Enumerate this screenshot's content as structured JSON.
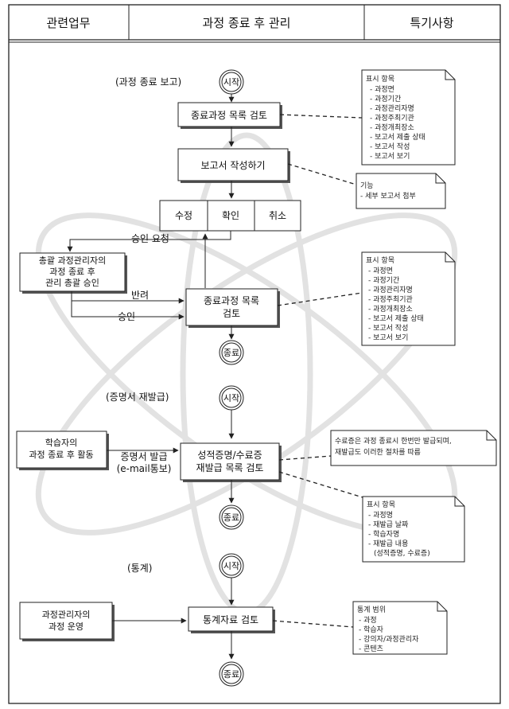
{
  "header": {
    "col1": "관련업무",
    "col2": "과정 종료 후 관리",
    "col3": "특기사항"
  },
  "section1": {
    "title": "(과정 종료 보고)",
    "start": "시작",
    "review_box": "종료과정 목록 검토",
    "note1": {
      "heading": "표시 항목",
      "items": [
        "- 과정면",
        "- 과정기간",
        "- 과정관리자명",
        "- 과정주최기관",
        "- 과정개최장소",
        "- 보고서 제출 상태",
        "- 보고서 작성",
        "- 보고서 보기"
      ]
    },
    "report_box": "보고서 작성하기",
    "note2": {
      "heading": "기능",
      "items": [
        "- 세부 보고서 첨부"
      ]
    },
    "buttons": [
      "수정",
      "확인",
      "취소"
    ],
    "approval_request": "승인 요청",
    "approver_box": [
      "총괄 과정관리자의",
      "과정 종료 후",
      "관리 총괄 승인"
    ],
    "reject_label": "반려",
    "approve_label": "승인",
    "review_box2": [
      "종료과정 목록",
      "검토"
    ],
    "note3": {
      "heading": "표시 항목",
      "items": [
        "- 과정면",
        "- 과정기간",
        "- 과정관리자명",
        "- 과정주최기관",
        "- 과정개최장소",
        "- 보고서 제출 상태",
        "- 보고서 작성",
        "- 보고서 보기"
      ]
    },
    "end": "종료"
  },
  "section2": {
    "title": "(증명서 재발급)",
    "start": "시작",
    "left_box": [
      "학습자의",
      "과정 종료 후  활동"
    ],
    "issue_label": [
      "증명서 발급",
      "(e-mail통보)"
    ],
    "reissue_box": [
      "성적증명/수료증",
      "재발급 목록 검토"
    ],
    "note4": {
      "items": [
        "수료증은 과정 종료시 한번만 발급되며,",
        "재발급도 이러한 절차를 따름"
      ]
    },
    "note5": {
      "heading": "표시 항목",
      "items": [
        "- 과정명",
        "- 재발급 날짜",
        "- 학습자명",
        "- 재발급 내용",
        "(성적증명, 수료증)"
      ]
    },
    "end": "종료"
  },
  "section3": {
    "title": "(통계)",
    "start": "시작",
    "left_box": [
      "과정관리자의",
      "과정 운영"
    ],
    "stats_box": "통계자료 검토",
    "note6": {
      "heading": "통계 범위",
      "items": [
        "- 과정",
        "- 학습자",
        "- 강의자/과정관리자",
        "- 콘텐츠"
      ]
    },
    "end": "종료"
  }
}
